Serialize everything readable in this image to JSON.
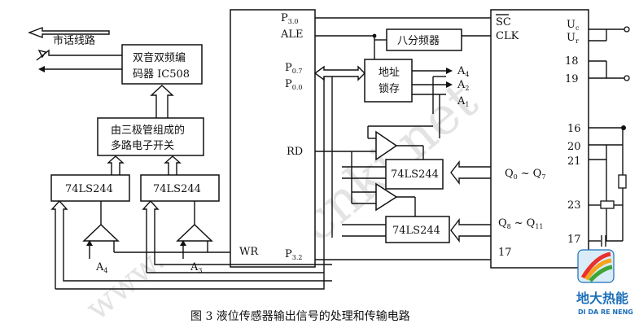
{
  "blocks": {
    "city_line": "市话线路",
    "codec": [
      "双音双频编",
      "码器 IC508"
    ],
    "switch": [
      "由三极管组成的",
      "多路电子开关"
    ],
    "buf_left": "74LS244",
    "buf_mid": "74LS244",
    "divider": "八分频器",
    "latch": [
      "地址",
      "锁存"
    ],
    "buf_top": "74LS244",
    "buf_bot": "74LS244"
  },
  "mcu_pins": {
    "p30": "P",
    "p30_sub": "3.0",
    "ale": "ALE",
    "p07": "P",
    "p07_sub": "0.7",
    "p00": "P",
    "p00_sub": "0.0",
    "rd": "RD",
    "wr": "WR",
    "p32": "P",
    "p32_sub": "3.2"
  },
  "adc_pins": {
    "sc": "SC",
    "clk": "CLK",
    "uc": "U",
    "uc_sub": "c",
    "ur": "U",
    "ur_sub": "r",
    "p18": "18",
    "p19": "19",
    "p16": "16",
    "p20": "20",
    "p21": "21",
    "p23": "23",
    "p17a": "17",
    "p17b": "17",
    "q0": "Q",
    "q0_sub": "0",
    "q7": "Q",
    "q7_sub": "7",
    "q8": "Q",
    "q8_sub": "8",
    "q11": "Q",
    "q11_sub": "11",
    "dash1": "~",
    "dash2": "~"
  },
  "addr": {
    "a4": "A",
    "a4_sub": "4",
    "a2": "A",
    "a2_sub": "2",
    "a1": "A",
    "a1_sub": "1",
    "in_a4": "A",
    "in_a4_sub": "4",
    "in_a3": "A",
    "in_a3_sub": "3"
  },
  "caption": "图 3    液位传感器输出信号的处理和传输电路",
  "watermark": "cnki.net",
  "watermark2": "www.",
  "logo": {
    "name": "地大热能",
    "sub": "DI DA RE NENG",
    "colors": [
      "#e8312f",
      "#f7a21b",
      "#3fa535",
      "#1b6fb8"
    ]
  }
}
